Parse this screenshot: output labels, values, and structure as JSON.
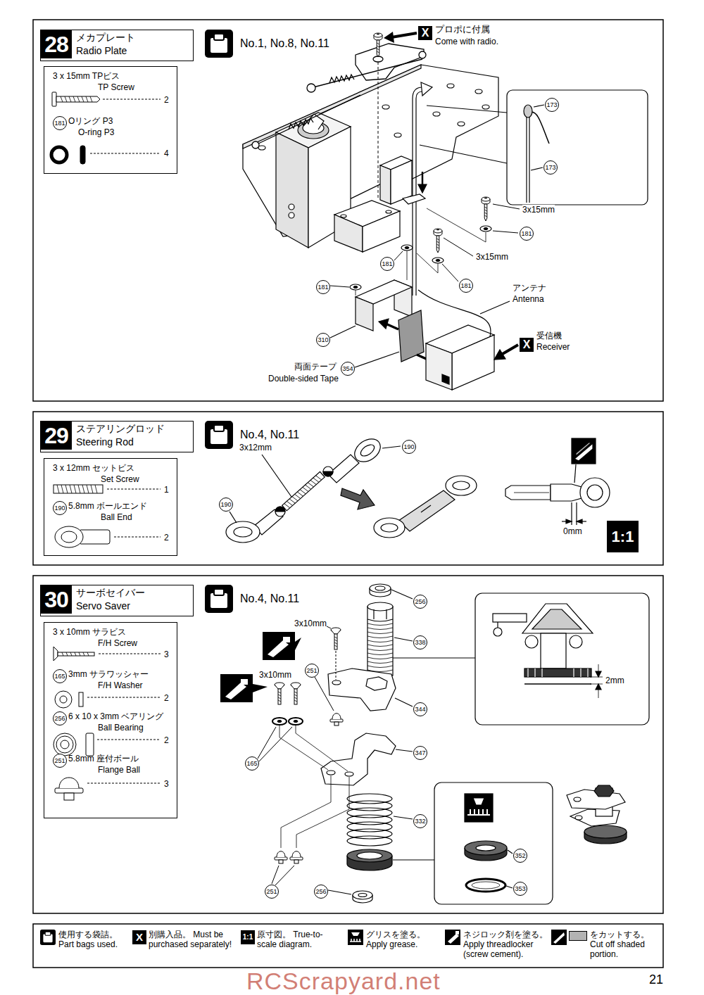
{
  "diagram": {
    "nodes": [
      {
        "text": [
          "28",
          "メカプレート",
          "Radio Plate"
        ]
      },
      {
        "text": [
          "3 x 15mm TPビス",
          "TP Screw",
          "2",
          "181",
          "Oリング P3",
          "O-ring P3",
          "4"
        ]
      },
      {
        "text": [
          "No.1, No.8, No.11"
        ]
      },
      {
        "text": [
          "29",
          "ステアリングロッド",
          "Steering Rod"
        ]
      },
      {
        "text": [
          "3 x 12mm セットビス",
          "Set Screw",
          "1",
          "190",
          "5.8mm ボールエンド",
          "Ball End",
          "2"
        ]
      },
      {
        "text": [
          "No.4, No.11"
        ]
      },
      {
        "text": [
          "30",
          "サーボセイバー",
          "Servo Saver"
        ]
      },
      {
        "text": [
          "3 x 10mm サラビス",
          "F/H Screw",
          "3",
          "165",
          "3mm サラワッシャー",
          "F/H Washer",
          "2",
          "256",
          "6 x 10 x 3mm ベアリング",
          "Ball Bearing",
          "2",
          "251",
          "5.8mm 座付ボール",
          "Flange Ball",
          "3"
        ]
      },
      {
        "text": [
          "No.4, No.11"
        ]
      }
    ],
    "labels": [
      "X",
      "プロポに付属",
      "Come with radio.",
      "173",
      "173",
      "3x15mm",
      "181",
      "3x15mm",
      "181",
      "181",
      "181",
      "アンテナ",
      "Antenna",
      "310",
      "354",
      "両面テープ",
      "Double-sided Tape",
      "X",
      "受信機",
      "Receiver",
      "3x12mm",
      "190",
      "190",
      "0mm",
      "1:1",
      "3x10mm",
      "3x10mm",
      "256",
      "338",
      "251",
      "344",
      "165",
      "347",
      "332",
      "352",
      "353",
      "251",
      "256",
      "2mm",
      "X",
      "1:1",
      "21",
      "RCScrapyard.net"
    ],
    "legend": [
      {
        "text": "使用する袋詰。 Part bags used."
      },
      {
        "text": "別購入品。 Must be purchased separately!"
      },
      {
        "text": "原寸図。 True-to-scale diagram."
      },
      {
        "text": "グリスを塗る。 Apply grease."
      },
      {
        "text": "ネジロック剤を塗る。 Apply threadlocker (screw cement)."
      },
      {
        "text": "をカットする。 Cut off shaded portion.",
        "color": "#b3b3b3"
      }
    ]
  }
}
